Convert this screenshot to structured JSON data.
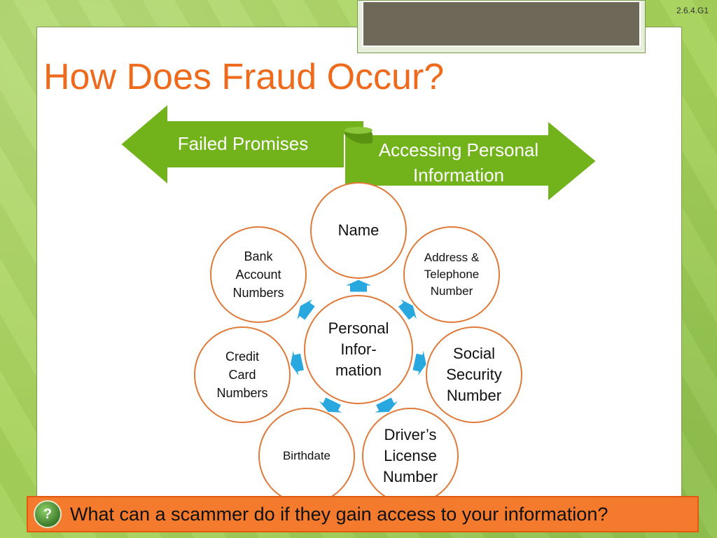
{
  "slide_id": "2.6.4.G1",
  "title": "How Does Fraud Occur?",
  "arrows": [
    {
      "id": "failed-promises",
      "label": "Failed Promises"
    },
    {
      "id": "accessing-personal-information",
      "label": "Accessing Personal\nInformation"
    }
  ],
  "center": {
    "label": "Personal\nInfor-\nmation"
  },
  "nodes": [
    {
      "id": "name",
      "label": "Name"
    },
    {
      "id": "address-telephone",
      "label": "Address &\nTelephone\nNumber"
    },
    {
      "id": "social-security",
      "label": "Social\nSecurity\nNumber"
    },
    {
      "id": "drivers-license",
      "label": "Driver’s\nLicense\nNumber"
    },
    {
      "id": "birthdate",
      "label": "Birthdate"
    },
    {
      "id": "credit-card",
      "label": "Credit\nCard\nNumbers"
    },
    {
      "id": "bank-account",
      "label": "Bank\nAccount\nNumbers"
    }
  ],
  "question": "What can a scammer do if they gain access to your information?",
  "question_icon": "question-mark-icon",
  "colors": {
    "background": "#a6d25a",
    "title": "#ee6a1c",
    "arrow_green": "#72b31c",
    "circle_border": "#e07a3a",
    "connector_blue": "#29a8e0",
    "question_bar": "#f47a2d"
  }
}
